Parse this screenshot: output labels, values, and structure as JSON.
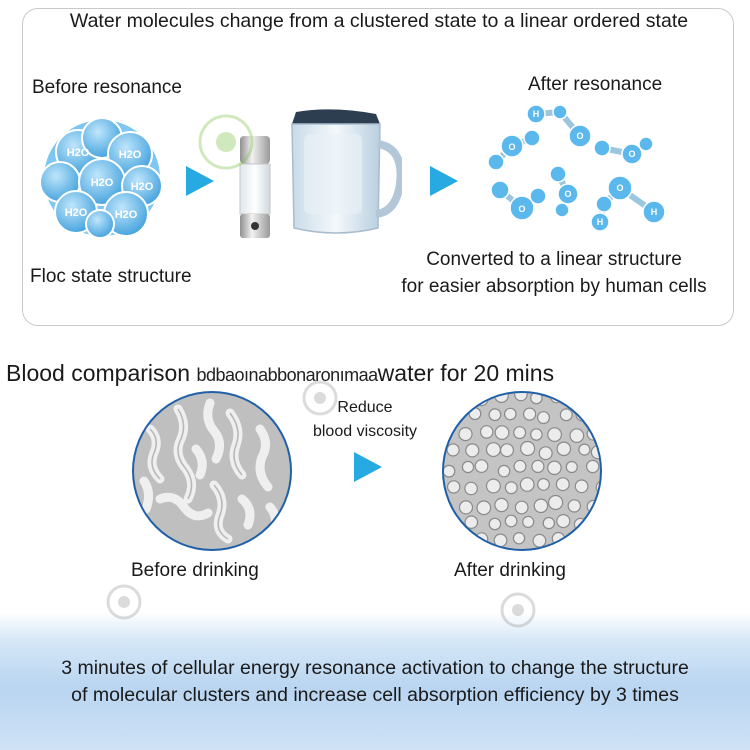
{
  "top_panel": {
    "title": "Water molecules change from a clustered state to a linear ordered state",
    "before_label": "Before resonance",
    "after_label": "After resonance",
    "floc_label": "Floc state structure",
    "converted_line1": "Converted to a linear structure",
    "converted_line2": "for easier absorption by human cells",
    "cluster_molecule_text": "H2O"
  },
  "blood_section": {
    "heading_start": "Blood comparison ",
    "heading_garbled": "bdbaoınabbonaronımaa",
    "heading_end": "water for 20 mins",
    "reduce_line1": "Reduce",
    "reduce_line2": "blood viscosity",
    "before_label": "Before drinking",
    "after_label": "After drinking"
  },
  "bottom": {
    "line1": "3 minutes of cellular energy resonance activation to change the structure",
    "line2": "of molecular clusters and increase cell absorption efficiency by 3 times"
  },
  "colors": {
    "accent_arrow": "#27a9e1",
    "molecule_blue": "#5bb8ec",
    "panel_border": "#c9c9c9",
    "watermark": "#7cc242"
  }
}
